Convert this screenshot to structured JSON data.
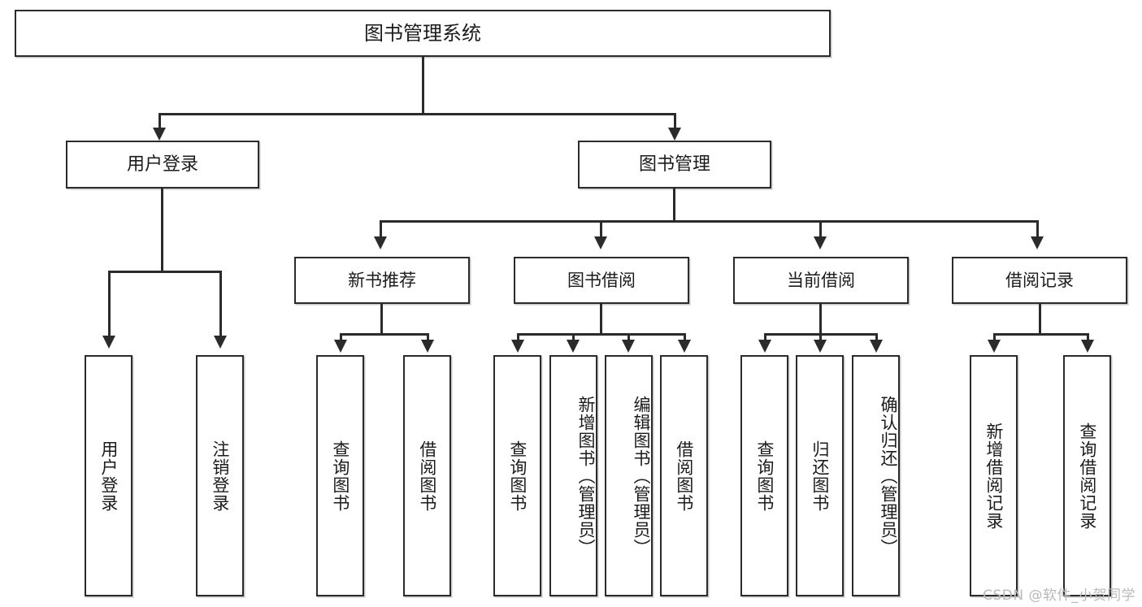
{
  "diagram": {
    "title": "图书管理系统",
    "type": "tree",
    "watermark": "CSDN @软件_小贺同学",
    "colors": {
      "border": "#2b2b2b",
      "background": "#ffffff",
      "text": "#1b1b1b",
      "watermark": "#b9b9b9"
    },
    "root": {
      "label": "图书管理系统"
    },
    "level2": [
      {
        "label": "用户登录"
      },
      {
        "label": "图书管理"
      }
    ],
    "level3": [
      {
        "label": "新书推荐"
      },
      {
        "label": "图书借阅"
      },
      {
        "label": "当前借阅"
      },
      {
        "label": "借阅记录"
      }
    ],
    "leaves": {
      "user_login": [
        {
          "label": "用户登录"
        },
        {
          "label": "注销登录"
        }
      ],
      "new_book_recommend": [
        {
          "label": "查询图书"
        },
        {
          "label": "借阅图书"
        }
      ],
      "book_borrow": [
        {
          "label": "查询图书"
        },
        {
          "label": "新增图书（管理员）"
        },
        {
          "label": "编辑图书（管理员）"
        },
        {
          "label": "借阅图书"
        }
      ],
      "current_borrow": [
        {
          "label": "查询图书"
        },
        {
          "label": "归还图书"
        },
        {
          "label": "确认归还（管理员）"
        }
      ],
      "borrow_records": [
        {
          "label": "新增借阅记录"
        },
        {
          "label": "查询借阅记录"
        }
      ]
    }
  }
}
